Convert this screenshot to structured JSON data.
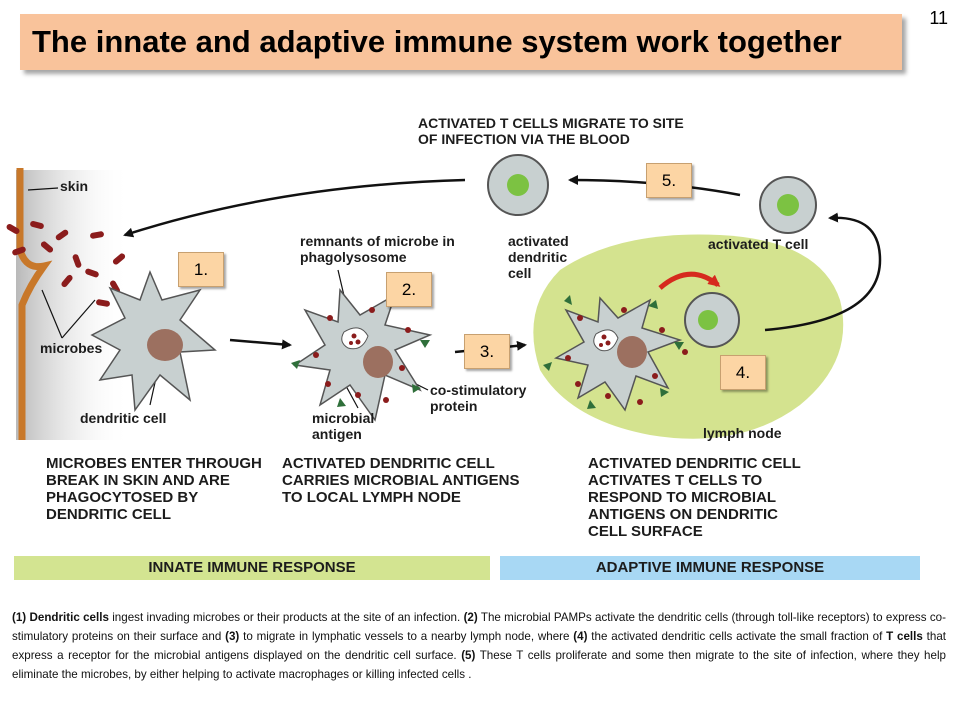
{
  "slide": {
    "title": "The innate and adaptive immune system work together",
    "number": "11"
  },
  "diagram": {
    "labels": {
      "top_caption": "ACTIVATED T CELLS MIGRATE TO SITE OF INFECTION VIA THE BLOOD",
      "skin": "skin",
      "microbes": "microbes",
      "dendritic_cell": "dendritic cell",
      "remnants": "remnants of microbe in phagolysosome",
      "microbial_antigen": "microbial antigen",
      "costim": "co-stimulatory protein",
      "activated_dc": "activated dendritic cell",
      "activated_t": "activated T cell",
      "lymph_node": "lymph node"
    },
    "steps": [
      "1.",
      "2.",
      "3.",
      "4.",
      "5."
    ],
    "captions": {
      "step1": "MICROBES ENTER THROUGH BREAK IN SKIN AND ARE PHAGOCYTOSED BY DENDRITIC CELL",
      "step2": "ACTIVATED DENDRITIC CELL CARRIES MICROBIAL ANTIGENS TO LOCAL LYMPH NODE",
      "step3": "ACTIVATED DENDRITIC CELL ACTIVATES T CELLS TO RESPOND TO MICROBIAL ANTIGENS ON DENDRITIC CELL SURFACE"
    },
    "bands": {
      "innate": "INNATE IMMUNE RESPONSE",
      "adaptive": "ADAPTIVE IMMUNE RESPONSE"
    }
  },
  "description": {
    "p1_num": "(1)",
    "p1_bold": "Dendritic cells",
    "p1_text": " ingest invading microbes or their products at the site of an infection. ",
    "p2_num": "(2)",
    "p2_text": " The microbial PAMPs activate the dendritic cells (through toll-like receptors) to express co-stimulatory proteins on their surface and ",
    "p3_num": "(3)",
    "p3_text": " to migrate in lymphatic vessels to a nearby lymph node, where ",
    "p4_num": "(4)",
    "p4_text": " the activated dendritic cells activate the small fraction of ",
    "p4_bold": "T cells",
    "p4_text2": " that express a receptor for the microbial antigens displayed on the dendritic cell surface. ",
    "p5_num": "(5)",
    "p5_text": " These T cells proliferate and some then migrate to the site of infection, where they help eliminate the microbes, by either helping to activate macrophages or killing infected cells ."
  },
  "colors": {
    "title_bg": "#f9c39b",
    "step_bg": "#fcd5a4",
    "cell_fill": "#c8d0d0",
    "nucleus": "#9c7060",
    "microbe": "#8b1c1c",
    "lymph_node": "#d4e38f",
    "t_cell_nucleus": "#7cc242",
    "costim_green": "#2f6f3a",
    "innate_band": "#d3e491",
    "adaptive_band": "#a8d8f4"
  }
}
